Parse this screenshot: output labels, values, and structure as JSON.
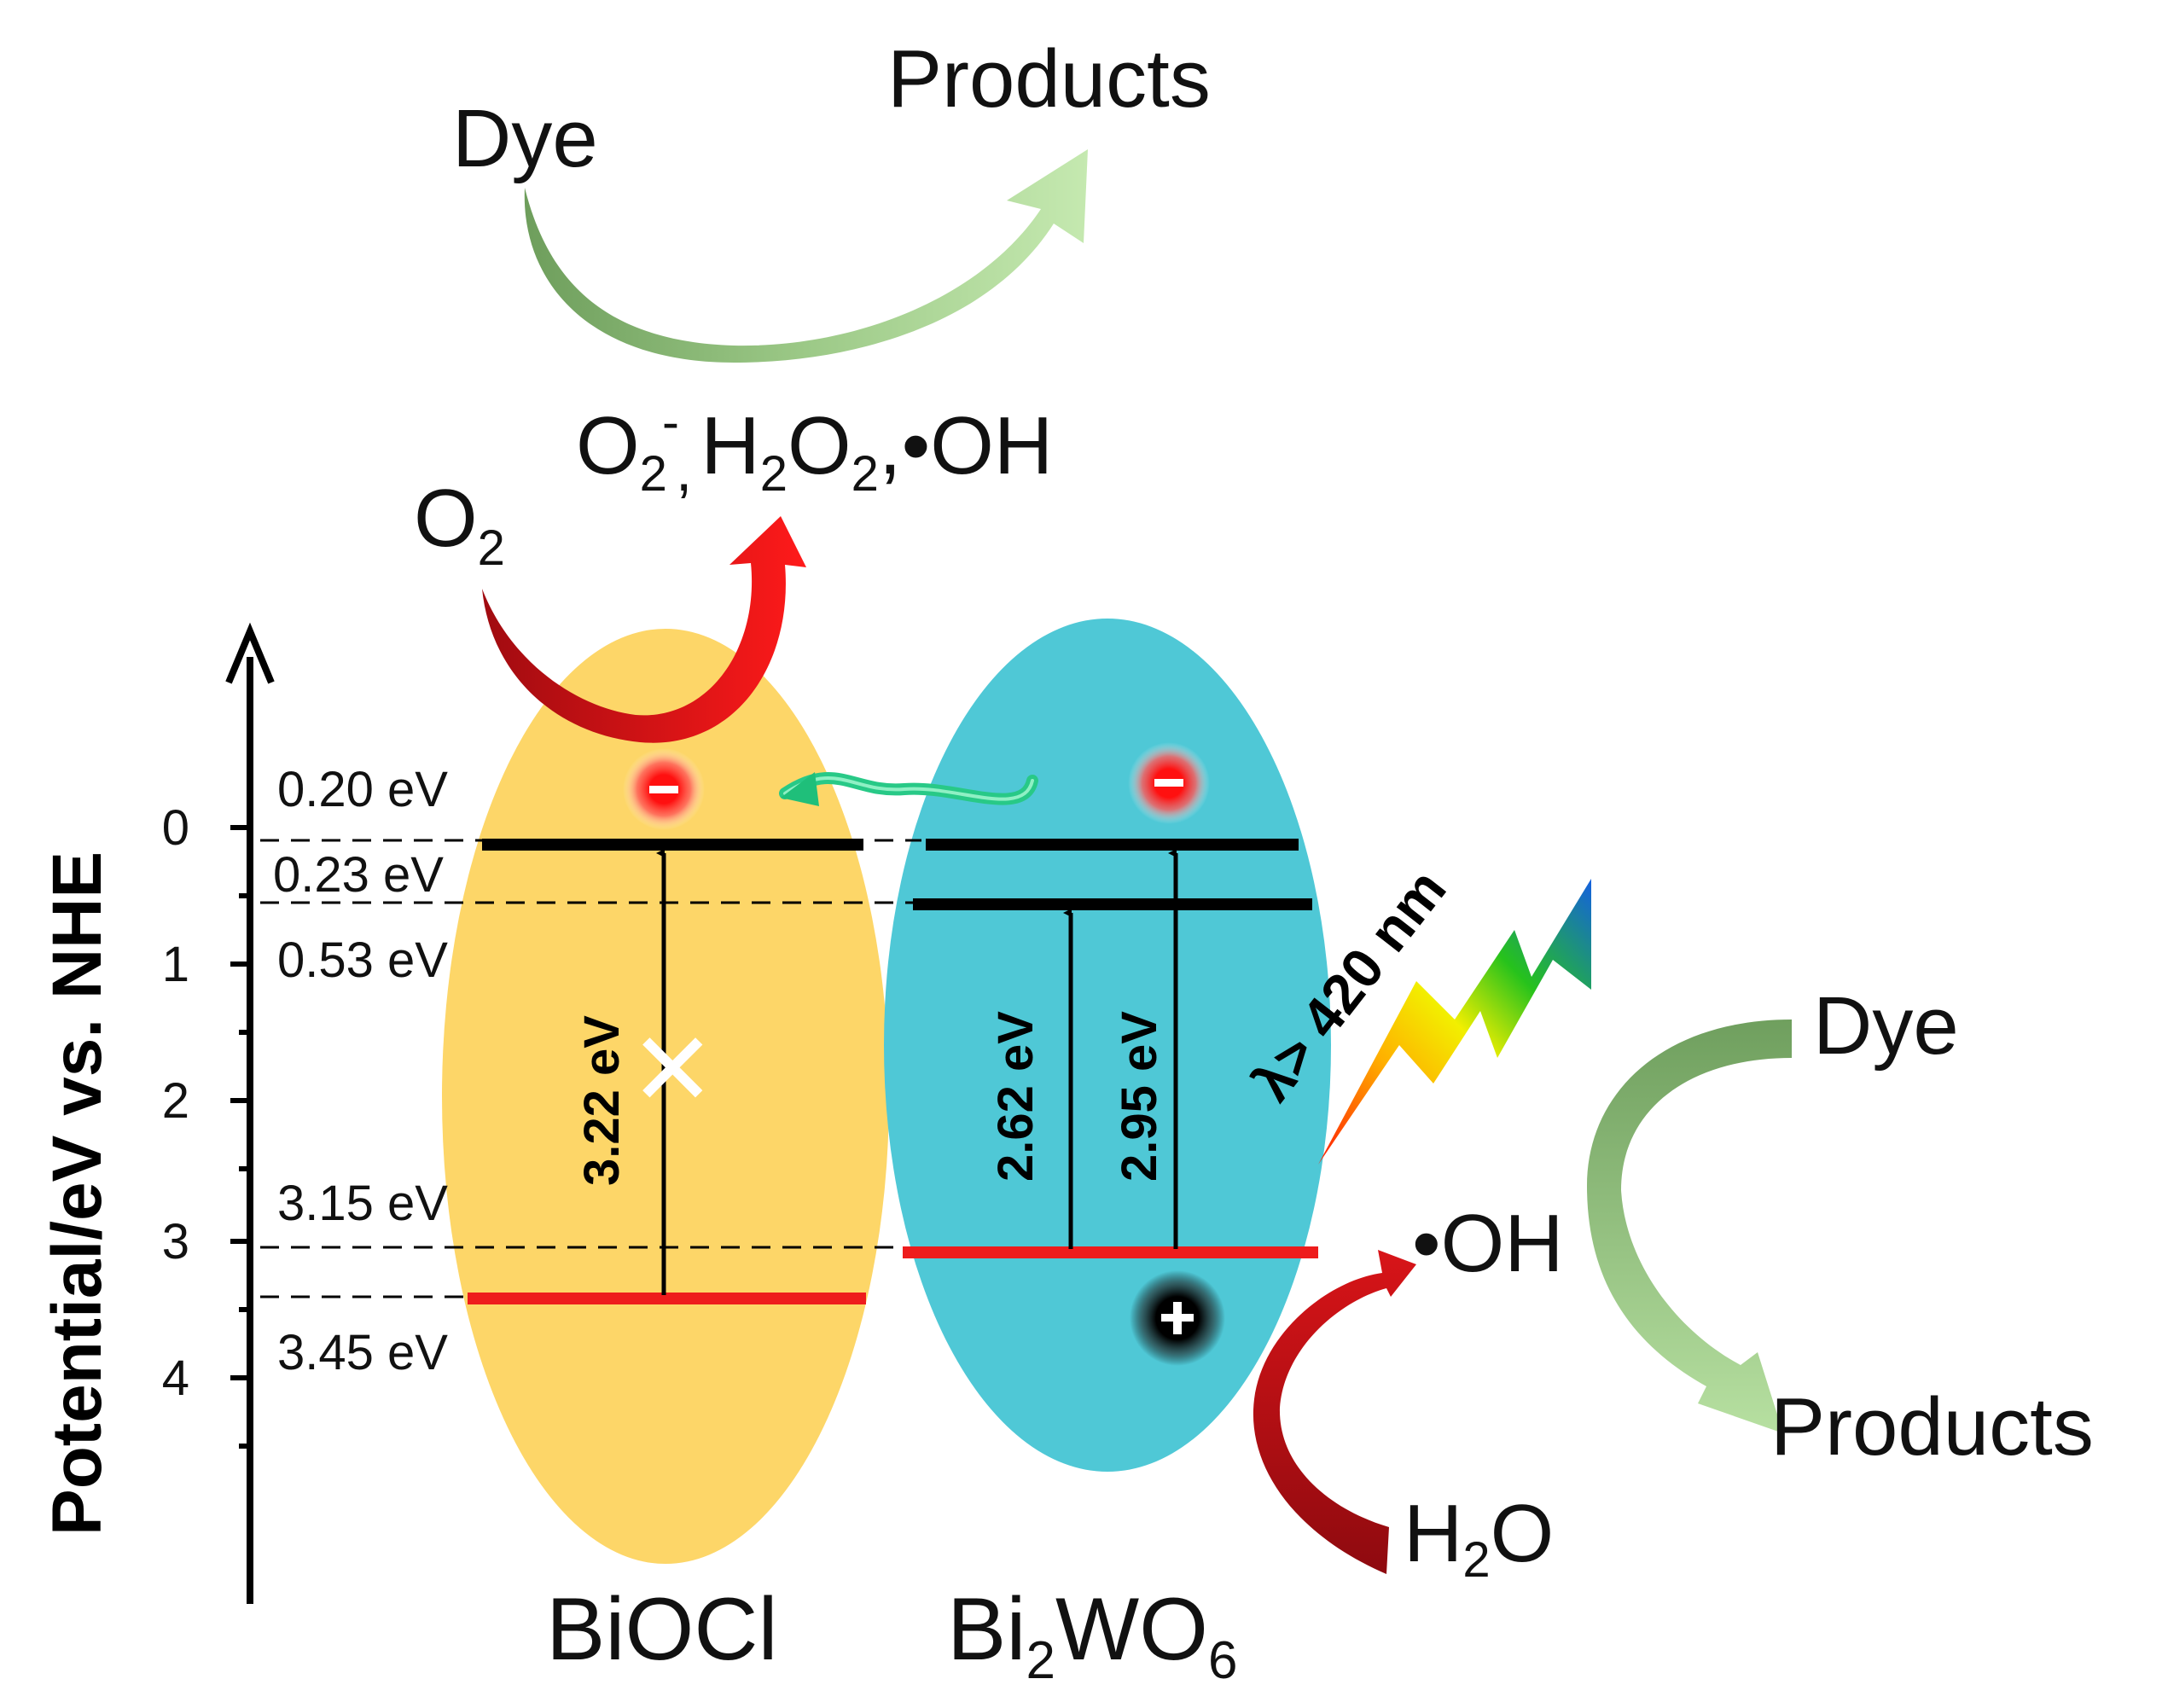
{
  "axis": {
    "label": "Potential/eV vs. NHE",
    "ticks": [
      "0",
      "1",
      "2",
      "3",
      "4"
    ]
  },
  "materials": {
    "left": {
      "name": "BiOCl",
      "band_gap": "3.22 eV",
      "fill_color": "#fdd668"
    },
    "right": {
      "name_main": "Bi",
      "name_sub1": "2",
      "name_mid": "WO",
      "name_sub2": "6",
      "band_gap_1": "2.62 eV",
      "band_gap_2": "2.95 eV",
      "fill_color": "#4fc8d6"
    }
  },
  "levels": {
    "l1": "0.20 eV",
    "l2": "0.23 eV",
    "l3": "0.53 eV",
    "l4": "3.15 eV",
    "l5": "3.45 eV"
  },
  "top_reaction": {
    "dye": "Dye",
    "products": "Products",
    "o2": "O",
    "o2_sub": "2",
    "species_o": "O",
    "species_o_sub": "2",
    "species_o_sup": "-",
    "species_comma": ",",
    "species_h": "H",
    "species_h_sub1": "2",
    "species_o2": "O",
    "species_o2_sub": "2",
    "species_oh": ",•OH"
  },
  "bottom_reaction": {
    "oh": "•OH",
    "water_h": "H",
    "water_sub": "2",
    "water_o": "O",
    "dye": "Dye",
    "products": "Products"
  },
  "light": {
    "label": "λ> 420 nm"
  },
  "charges": {
    "electron": "-",
    "hole": "+",
    "blocked": "✕"
  },
  "colors": {
    "conduction_band": "#000000",
    "valence_band": "#ee1c1c",
    "reaction_arrow": "#c8101a",
    "degradation_arrow": "#8fc47a",
    "transfer_arrow": "#2ad48c"
  }
}
